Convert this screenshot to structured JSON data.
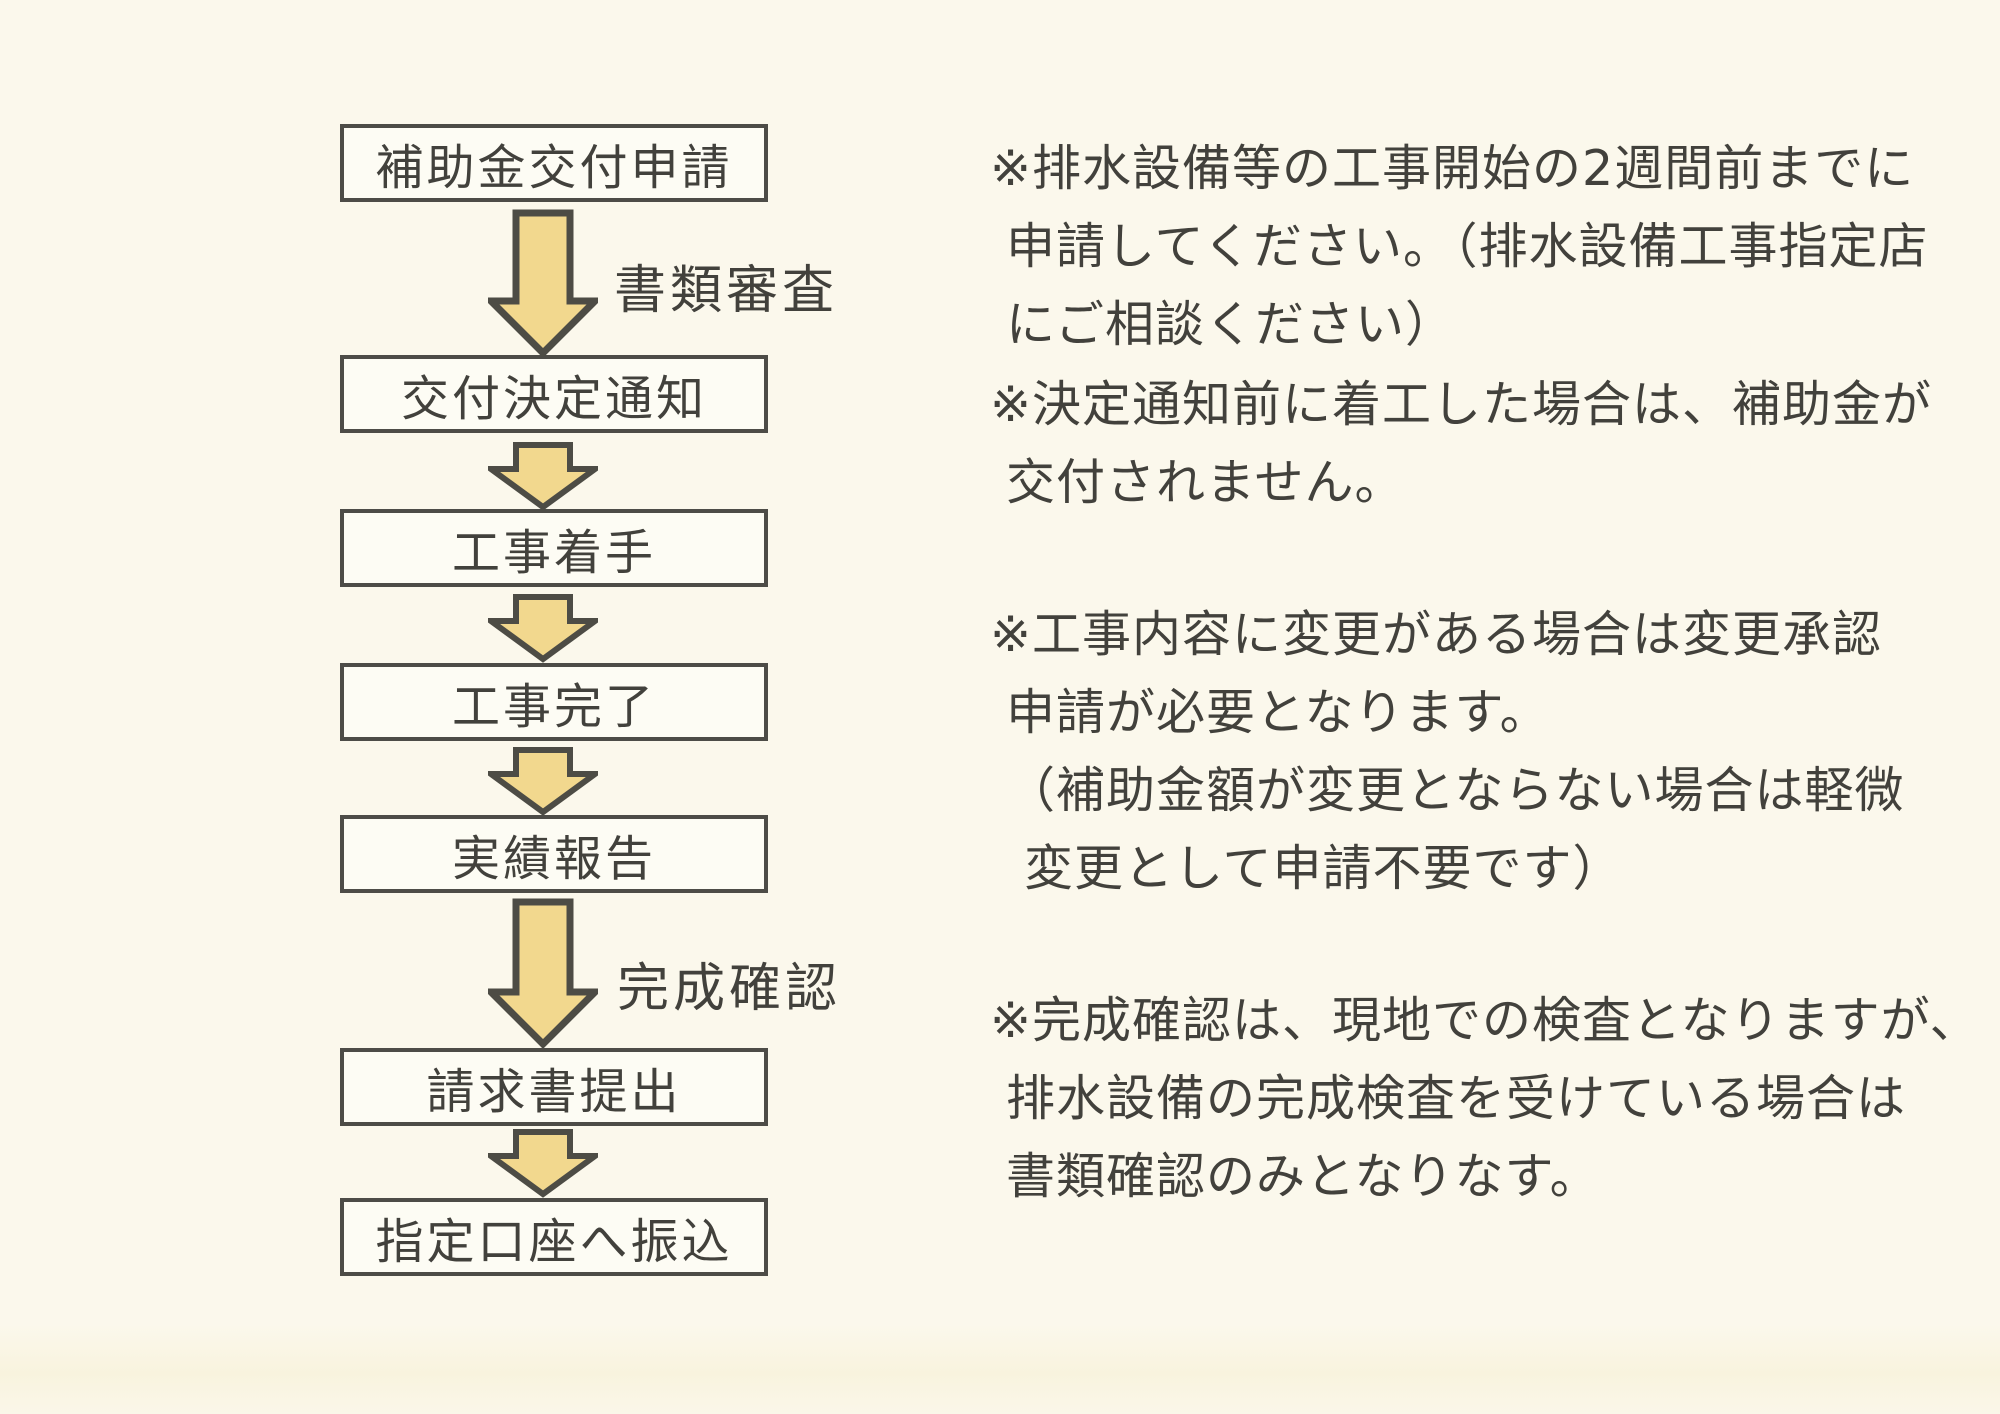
{
  "flowchart": {
    "steps": [
      {
        "label": "補助金交付申請"
      },
      {
        "label": "交付決定通知"
      },
      {
        "label": "工事着手"
      },
      {
        "label": "工事完了"
      },
      {
        "label": "実績報告"
      },
      {
        "label": "請求書提出"
      },
      {
        "label": "指定口座へ振込"
      }
    ],
    "arrow_labels": [
      {
        "text": "書類審査"
      },
      {
        "text": "完成確認"
      }
    ]
  },
  "notes": [
    {
      "lines": [
        "※排水設備等の工事開始の2週間前までに",
        "申請してください。（排水設備工事指定店",
        "にご相談ください）"
      ]
    },
    {
      "lines": [
        "※決定通知前に着工した場合は、補助金が",
        "交付されません。"
      ]
    },
    {
      "lines": [
        "※工事内容に変更がある場合は変更承認",
        "申請が必要となります。",
        "（補助金額が変更とならない場合は軽微",
        "変更として申請不要です）"
      ]
    },
    {
      "lines": [
        "※完成確認は、現地での検査となりますが、",
        "排水設備の完成検査を受けている場合は",
        "書類確認のみとなりなす。"
      ]
    }
  ],
  "colors": {
    "page_bg": "#fbf8ec",
    "box_bg": "#fdfcf4",
    "box_border": "#4d4c47",
    "arrow_fill": "#f2d88e",
    "arrow_stroke": "#4d4c45",
    "text": "#42413c"
  }
}
